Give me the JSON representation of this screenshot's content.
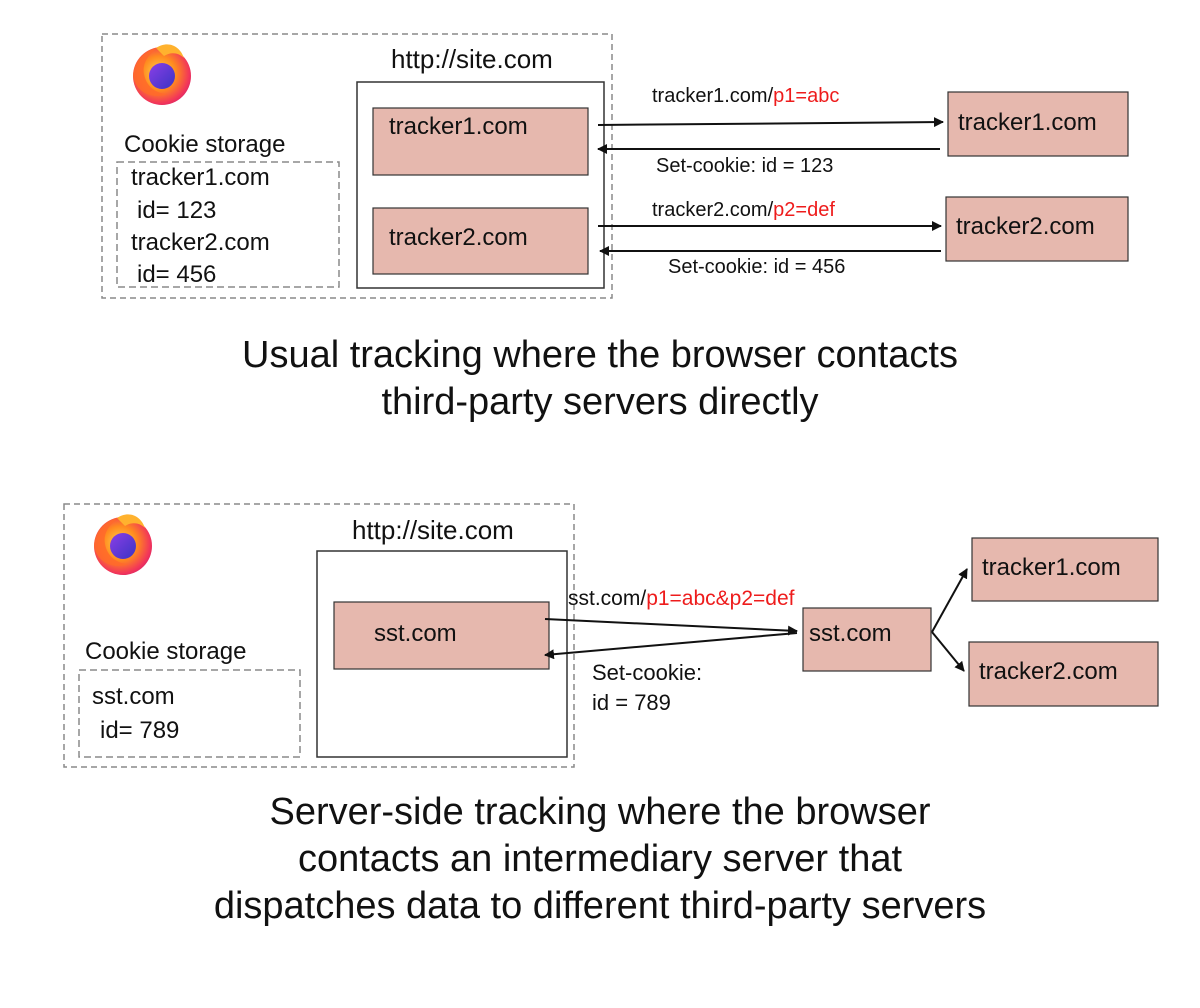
{
  "top": {
    "site_url": "http://site.com",
    "cookie_storage_title": "Cookie storage",
    "cookie_entries": [
      "tracker1.com",
      "id= 123",
      "tracker2.com",
      "id= 456"
    ],
    "embedded_boxes": [
      "tracker1.com",
      "tracker2.com"
    ],
    "remote_boxes": [
      "tracker1.com",
      "tracker2.com"
    ],
    "request1_prefix": "tracker1.com/",
    "request1_param": "p1=abc",
    "response1": "Set-cookie: id = 123",
    "request2_prefix": "tracker2.com/",
    "request2_param": "p2=def",
    "response2": "Set-cookie: id = 456",
    "caption_lines": [
      "Usual tracking where the browser contacts",
      "third-party servers directly"
    ]
  },
  "bottom": {
    "site_url": "http://site.com",
    "cookie_storage_title": "Cookie storage",
    "cookie_entries": [
      "sst.com",
      "id= 789"
    ],
    "embedded_box": "sst.com",
    "intermediary_box": "sst.com",
    "remote_boxes": [
      "tracker1.com",
      "tracker2.com"
    ],
    "request_prefix": "sst.com/",
    "request_param": "p1=abc&p2=def",
    "response_lines": [
      "Set-cookie:",
      "id = 789"
    ],
    "caption_lines": [
      "Server-side tracking where the browser",
      "contacts an intermediary server that",
      "dispatches data to different third-party servers"
    ]
  },
  "icons": {
    "browser_logo": "firefox-logo-icon"
  },
  "colors": {
    "box_fill": "#e6b8ae",
    "param_red": "#ee1c1c"
  }
}
